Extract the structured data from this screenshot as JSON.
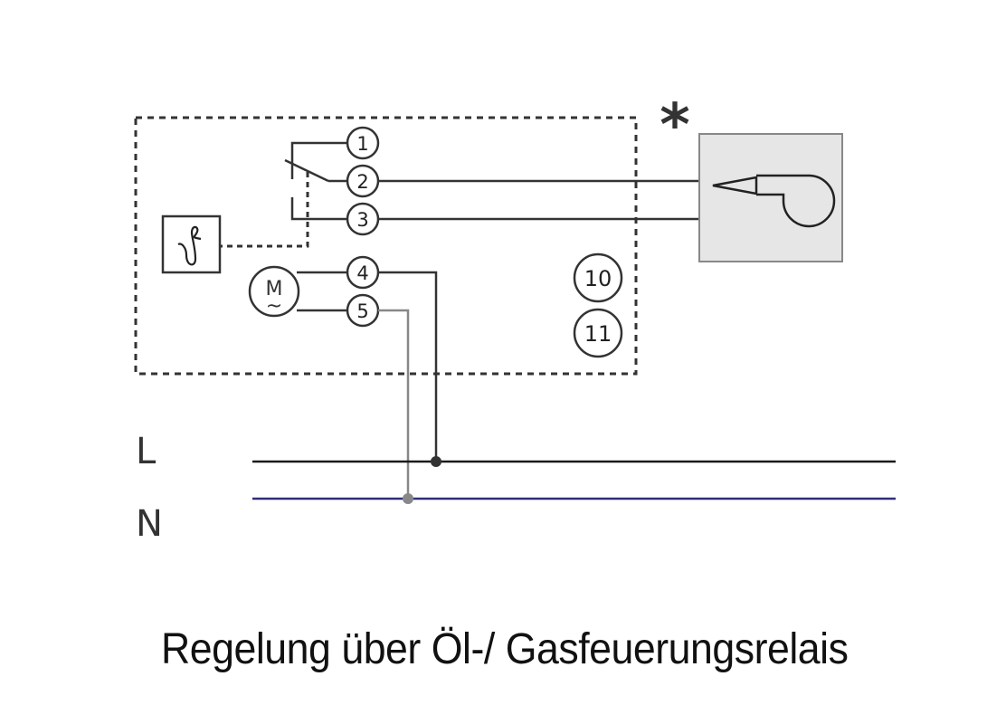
{
  "diagram": {
    "caption": "Regelung über Öl-/ Gasfeuerungsrelais",
    "asterisk": "*",
    "terminals": [
      {
        "id": 1,
        "label": "1"
      },
      {
        "id": 2,
        "label": "2"
      },
      {
        "id": 3,
        "label": "3"
      },
      {
        "id": 4,
        "label": "4"
      },
      {
        "id": 5,
        "label": "5"
      },
      {
        "id": 10,
        "label": "10"
      },
      {
        "id": 11,
        "label": "11"
      }
    ],
    "rails": {
      "live": {
        "label": "L",
        "color": "#1a1a1a"
      },
      "neutral": {
        "label": "N",
        "color": "#2e2e7a"
      }
    },
    "symbols": {
      "thermostat": "temperature-sensor-theta",
      "motor": {
        "label": "M",
        "subscript": "~"
      },
      "burner": "burner-fan"
    },
    "colors": {
      "line": "#333333",
      "wire_gray": "#888888",
      "burner_fill": "#e6e6e6",
      "burner_border": "#888888"
    }
  }
}
